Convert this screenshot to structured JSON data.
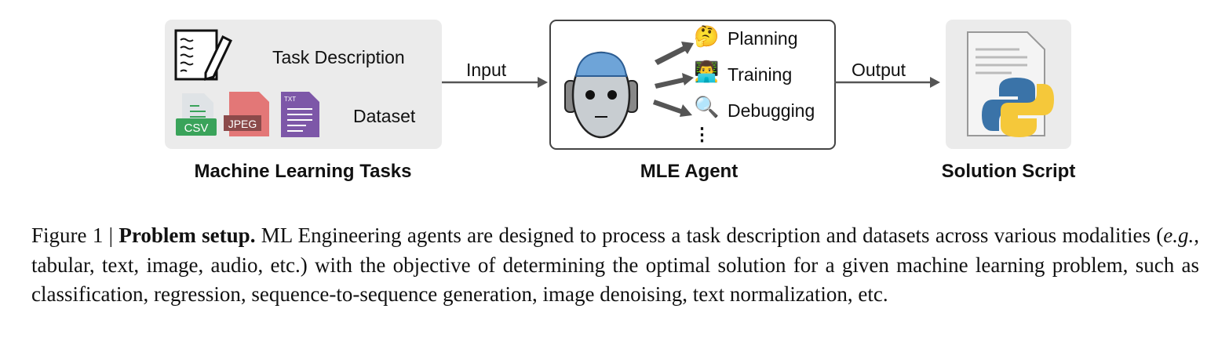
{
  "inputs_box": {
    "task_label": "Task Description",
    "dataset_label": "Dataset",
    "file_types": [
      "CSV",
      "JPEG",
      "TXT"
    ],
    "title": "Machine Learning Tasks"
  },
  "arrows": {
    "input": "Input",
    "output": "Output"
  },
  "agent": {
    "title": "MLE Agent",
    "steps": [
      "Planning",
      "Training",
      "Debugging"
    ],
    "more": "⋮"
  },
  "output_box": {
    "title": "Solution Script"
  },
  "caption": {
    "prefix": "Figure 1 | ",
    "bold": "Problem setup.",
    "text_a": " ML Engineering agents are designed to process a task description and datasets across various modalities (",
    "eg": "e.g.",
    "text_b": ", tabular, text, image, audio, etc.) with the objective of determining the optimal solution for a given machine learning problem, such as classification, regression, sequence-to-sequence generation, image denoising, text normalization, etc."
  }
}
